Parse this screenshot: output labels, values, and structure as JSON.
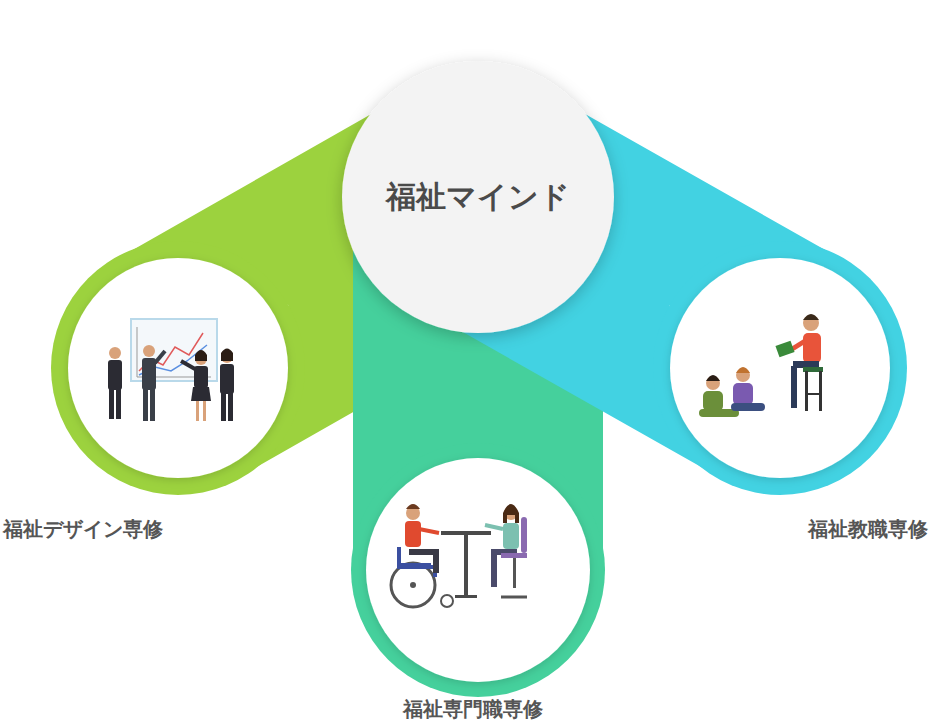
{
  "diagram": {
    "nodes": [
      {
        "text": [
          "福祉マインド"
        ]
      },
      {
        "text": [
          "福祉デザイン専修"
        ]
      },
      {
        "text": [
          "福祉専門職専修"
        ]
      },
      {
        "text": [
          "福祉教職専修"
        ]
      }
    ],
    "edges": [
      {
        "from": 0,
        "to": 1,
        "arrow": "none"
      },
      {
        "from": 0,
        "to": 2,
        "arrow": "none"
      },
      {
        "from": 0,
        "to": 3,
        "arrow": "none"
      }
    ]
  }
}
